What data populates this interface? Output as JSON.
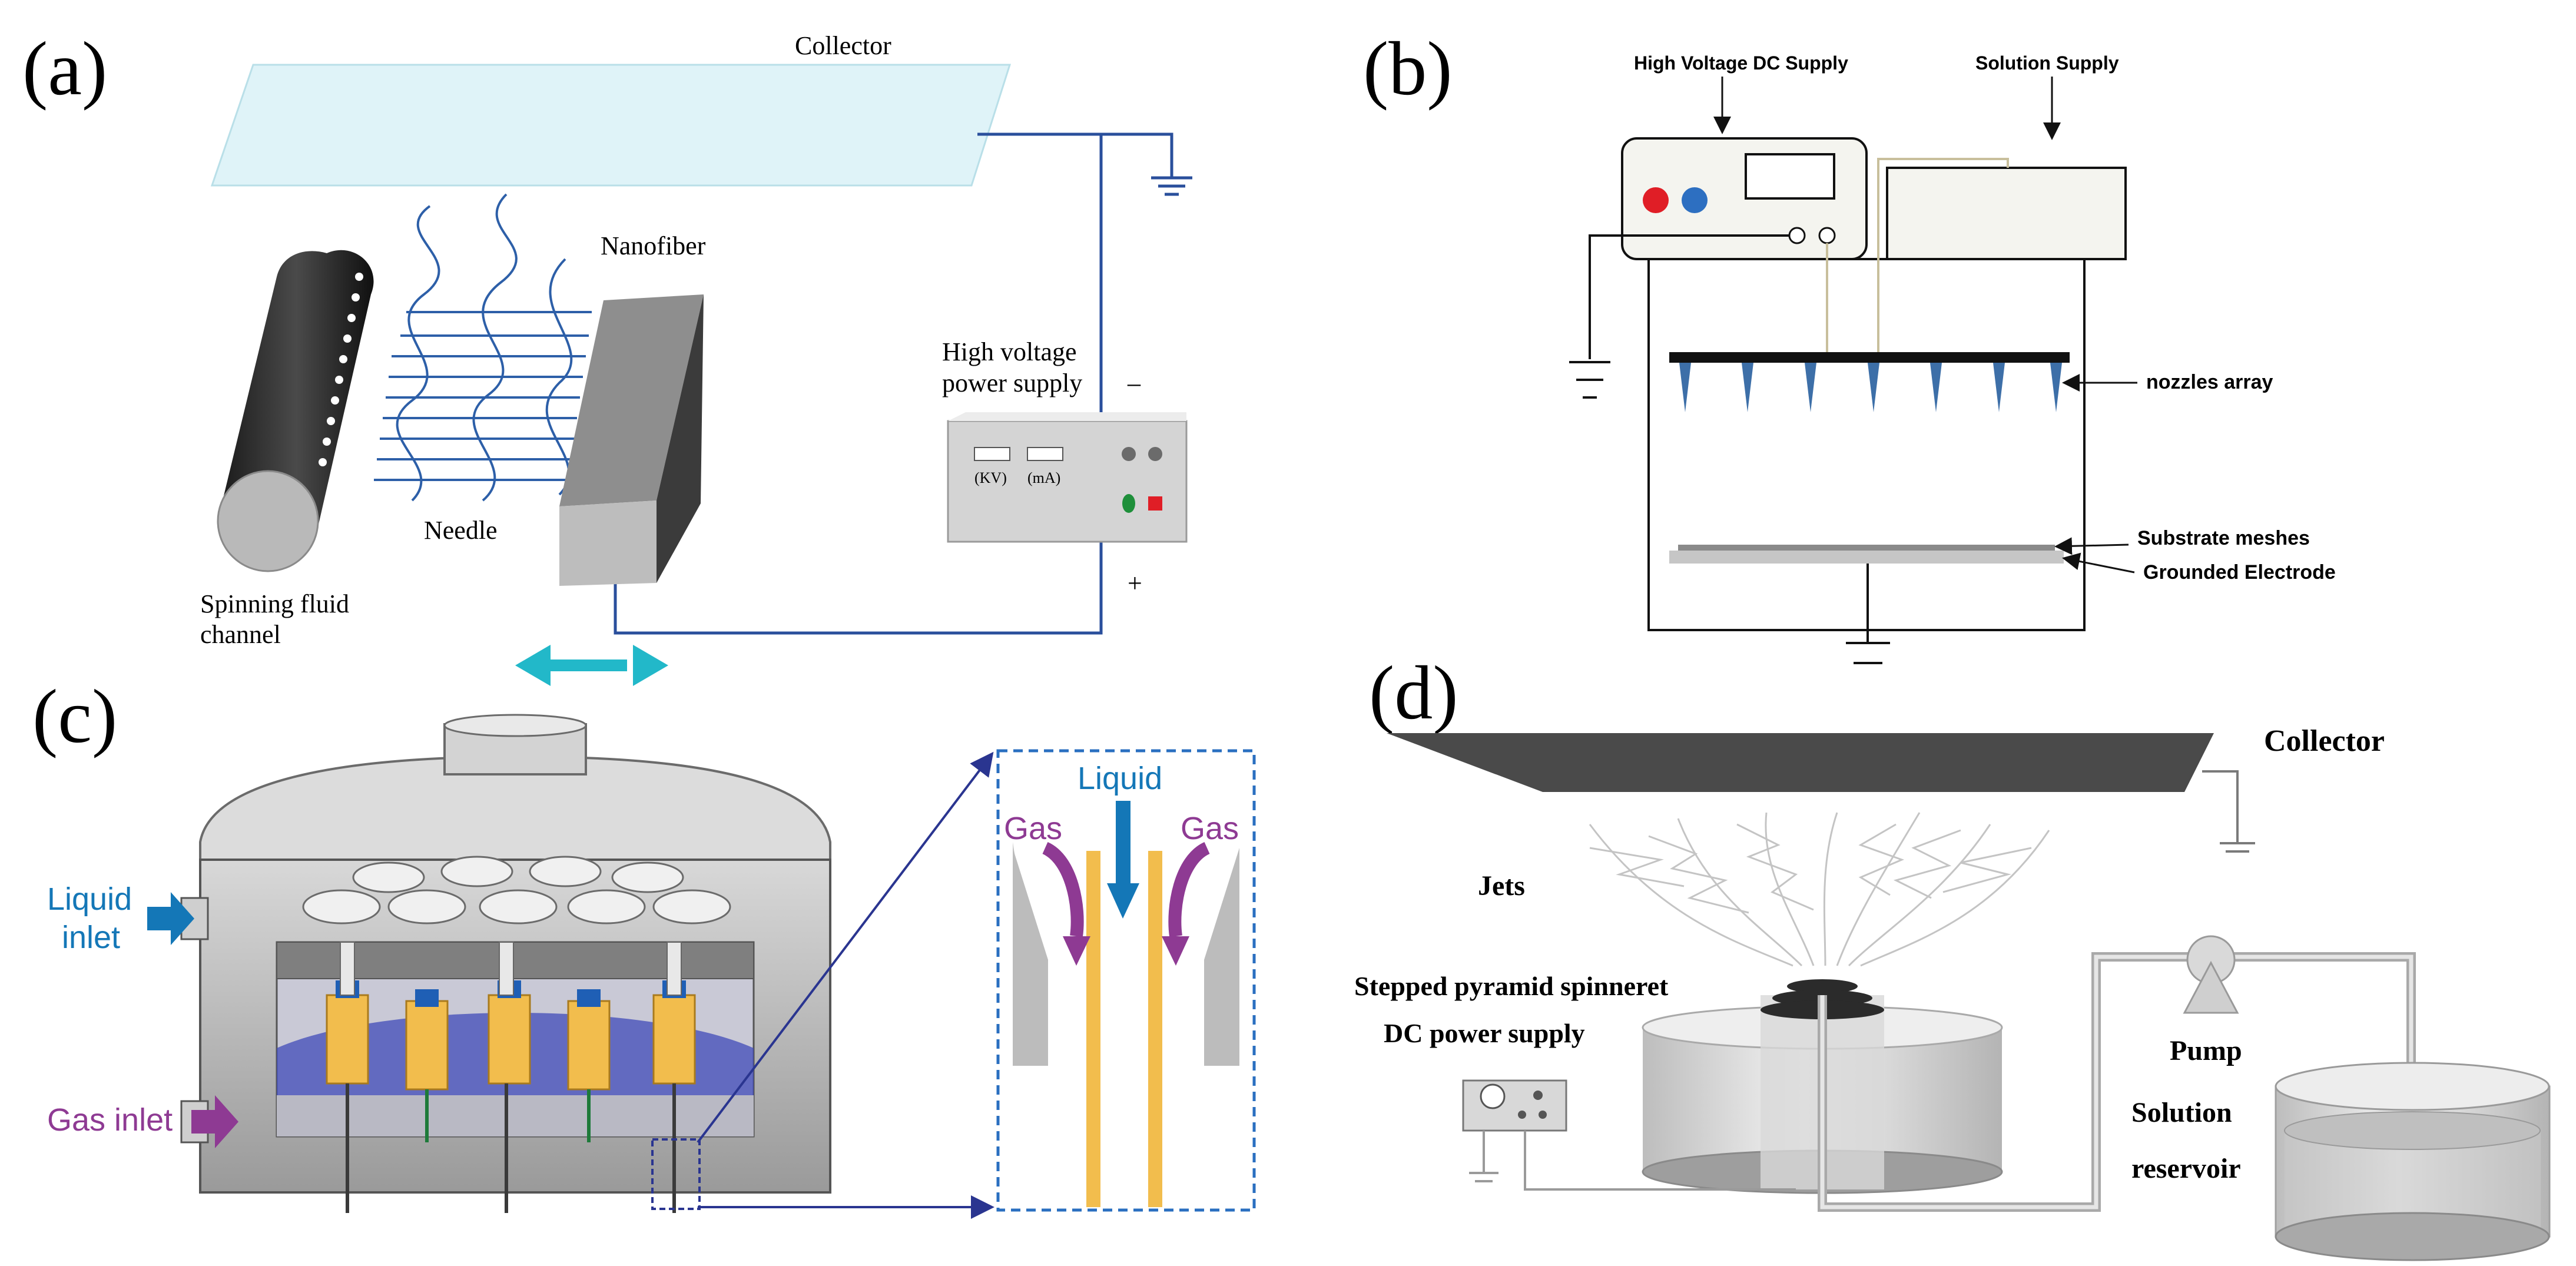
{
  "panels": {
    "a": {
      "tag": "(a)",
      "collector": "Collector",
      "nanofiber": "Nanofiber",
      "needle": "Needle",
      "spinning_fluid_1": "Spinning fluid",
      "spinning_fluid_2": "channel",
      "hv_1": "High voltage",
      "hv_2": "power supply",
      "minus": "–",
      "plus": "+",
      "kv": "(KV)",
      "ma": "(mA)"
    },
    "b": {
      "tag": "(b)",
      "hv_dc": "High Voltage DC Supply",
      "solution_supply": "Solution Supply",
      "nozzles_array": "nozzles array",
      "substrate_meshes": "Substrate meshes",
      "grounded_electrode": "Grounded Electrode"
    },
    "c": {
      "tag": "(c)",
      "liquid_inlet_1": "Liquid",
      "liquid_inlet_2": "inlet",
      "gas_inlet": "Gas inlet",
      "detail_liquid": "Liquid",
      "detail_gas_left": "Gas",
      "detail_gas_right": "Gas"
    },
    "d": {
      "tag": "(d)",
      "collector": "Collector",
      "jets": "Jets",
      "spinneret": "Stepped pyramid spinneret",
      "dc_power": "DC power supply",
      "pump": "Pump",
      "solution_1": "Solution",
      "solution_2": "reservoir"
    }
  },
  "colors": {
    "collector_fill": "#dff3f8",
    "wire_blue": "#2a4f9c",
    "fiber_blue": "#2d5fa8",
    "arrow_cyan": "#22b8c9",
    "liquid_blue": "#1477b7",
    "gas_purple": "#8e3a93",
    "nozzle_yellow": "#f2bd4d",
    "detail_border": "#2a6fc0",
    "red_button": "#e01e26",
    "blue_button": "#2d6fc1",
    "green_led": "#1e8f3a",
    "nozzle_blue": "#3d6fa8"
  }
}
